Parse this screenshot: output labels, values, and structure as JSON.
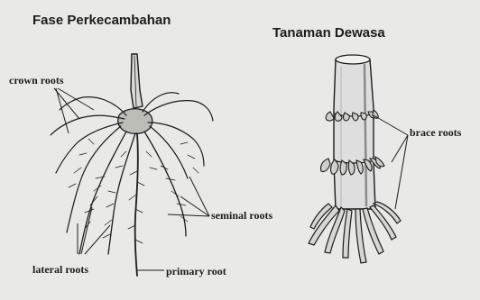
{
  "left_panel": {
    "title": "Fase Perkecambahan",
    "labels": {
      "crown_roots": "crown roots",
      "seminal_roots": "seminal roots",
      "lateral_roots": "lateral roots",
      "primary_root": "primary root"
    }
  },
  "right_panel": {
    "title": "Tanaman Dewasa",
    "labels": {
      "brace_roots": "brace roots"
    }
  },
  "colors": {
    "background": "#e9e9e7",
    "ink": "#1c1c1c",
    "shade": "#8a8a86"
  }
}
